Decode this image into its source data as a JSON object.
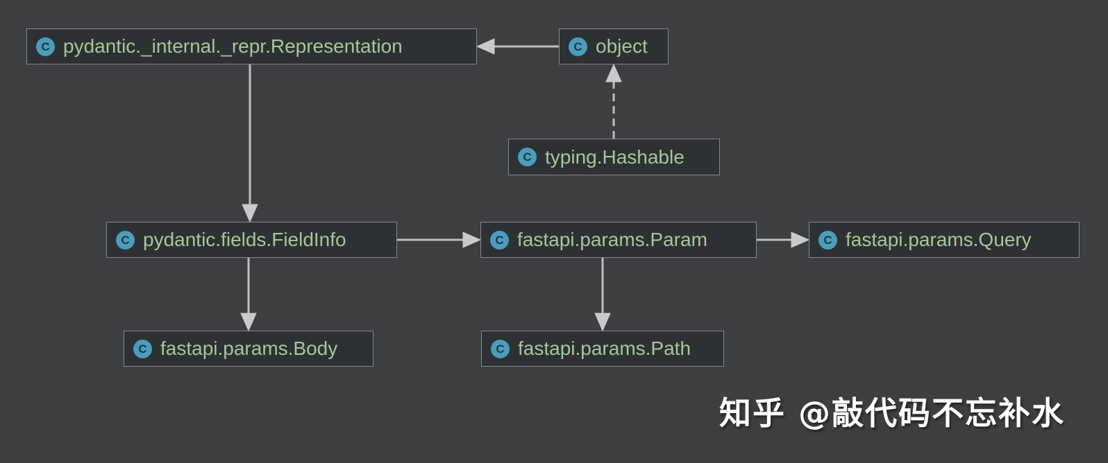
{
  "diagram": {
    "type": "uml-class-inheritance-diagram",
    "nodes": [
      {
        "id": "representation",
        "label": "pydantic._internal._repr.Representation",
        "icon": "class-icon",
        "icon_letter": "C"
      },
      {
        "id": "object",
        "label": "object",
        "icon": "class-icon",
        "icon_letter": "C"
      },
      {
        "id": "hashable",
        "label": "typing.Hashable",
        "icon": "class-icon",
        "icon_letter": "C"
      },
      {
        "id": "fieldinfo",
        "label": "pydantic.fields.FieldInfo",
        "icon": "class-icon",
        "icon_letter": "C"
      },
      {
        "id": "param",
        "label": "fastapi.params.Param",
        "icon": "class-icon",
        "icon_letter": "C"
      },
      {
        "id": "query",
        "label": "fastapi.params.Query",
        "icon": "class-icon",
        "icon_letter": "C"
      },
      {
        "id": "body",
        "label": "fastapi.params.Body",
        "icon": "class-icon",
        "icon_letter": "C"
      },
      {
        "id": "path",
        "label": "fastapi.params.Path",
        "icon": "class-icon",
        "icon_letter": "C"
      }
    ],
    "edges": [
      {
        "from": "object",
        "to": "representation",
        "style": "solid",
        "arrowhead_at": "representation"
      },
      {
        "from": "hashable",
        "to": "object",
        "style": "dashed",
        "arrowhead_at": "object"
      },
      {
        "from": "representation",
        "to": "fieldinfo",
        "style": "solid",
        "arrowhead_at": "fieldinfo"
      },
      {
        "from": "fieldinfo",
        "to": "param",
        "style": "solid",
        "arrowhead_at": "param"
      },
      {
        "from": "param",
        "to": "query",
        "style": "solid",
        "arrowhead_at": "query"
      },
      {
        "from": "fieldinfo",
        "to": "body",
        "style": "solid",
        "arrowhead_at": "body"
      },
      {
        "from": "param",
        "to": "path",
        "style": "solid",
        "arrowhead_at": "path"
      }
    ]
  },
  "watermark": {
    "text": "知乎 @敲代码不忘补水"
  },
  "colors": {
    "background": "#3c3e40",
    "node_fill": "#2e3133",
    "node_border": "#85898b",
    "label_green": "#a5c79b",
    "class_icon_blue": "#4a9dbd",
    "class_icon_letter": "#203640",
    "edge_gray": "#bdbebf",
    "arrowhead_gray": "#c9cacb",
    "watermark_white": "#ffffff"
  }
}
